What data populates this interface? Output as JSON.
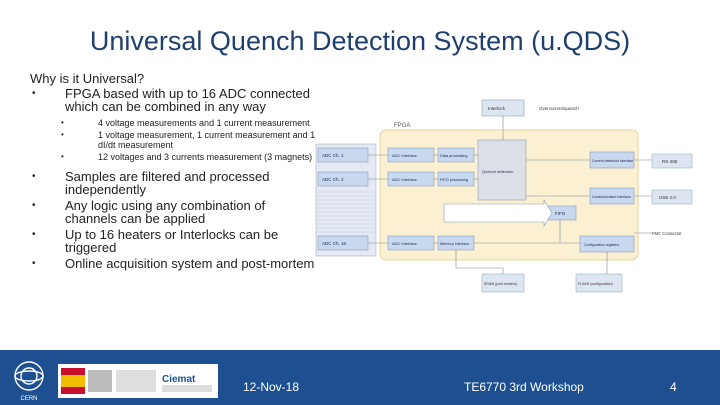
{
  "slide": {
    "title": "Universal Quench Detection System (u.QDS)",
    "intro": "Why is it Universal?",
    "bullet1": "FPGA based with up to 16 ADC connected which can be combined in any way",
    "sub_bullets": [
      "4 voltage measurements and 1 current measurement",
      "1 voltage measurement, 1 current measurement and 1 dI/dt measurement",
      "12 voltages and 3 currents measurement (3 magnets)"
    ],
    "bullets": [
      "Samples are filtered and processed independently",
      "Any logic using any combination of channels can be applied",
      "Up to 16 heaters or Interlocks can be triggered",
      "Online acquisition system and post-mortem"
    ],
    "bullet_marker": "•"
  },
  "diagram": {
    "fpga_label": "FPGA",
    "top_box": "Interlock",
    "top_right_label": "Overcurrent/quench",
    "adc_labels": [
      "ADC Ch. 1",
      "ADC Ch. 2",
      "ADC Ch. 16"
    ],
    "adc_interface": "ADC interface",
    "data_processing": "Data processing",
    "fifo_label": "FIFO processing",
    "memory_interface": "Memory interface",
    "quench_detection": "Quench detection",
    "fifo": "FIFO",
    "right_blocks": [
      "Current detection interface",
      "Communication interface",
      "Configuration registers"
    ],
    "outputs": [
      "RS-485",
      "USB 2.0",
      "FMC Connector"
    ],
    "bottom_blocks": [
      "SRAM (post mortem)",
      "FLASH (configuration)"
    ]
  },
  "footer": {
    "date": "12-Nov-18",
    "workshop": "TE6770 3rd Workshop",
    "page": "4",
    "logo_text": "Ciemat",
    "cern_text": "CERN"
  },
  "colors": {
    "title": "#1f3f6e",
    "footer_bg": "#1d4f91",
    "fpga_bg": "#fbf1d2",
    "block": "#c8d8ee"
  }
}
